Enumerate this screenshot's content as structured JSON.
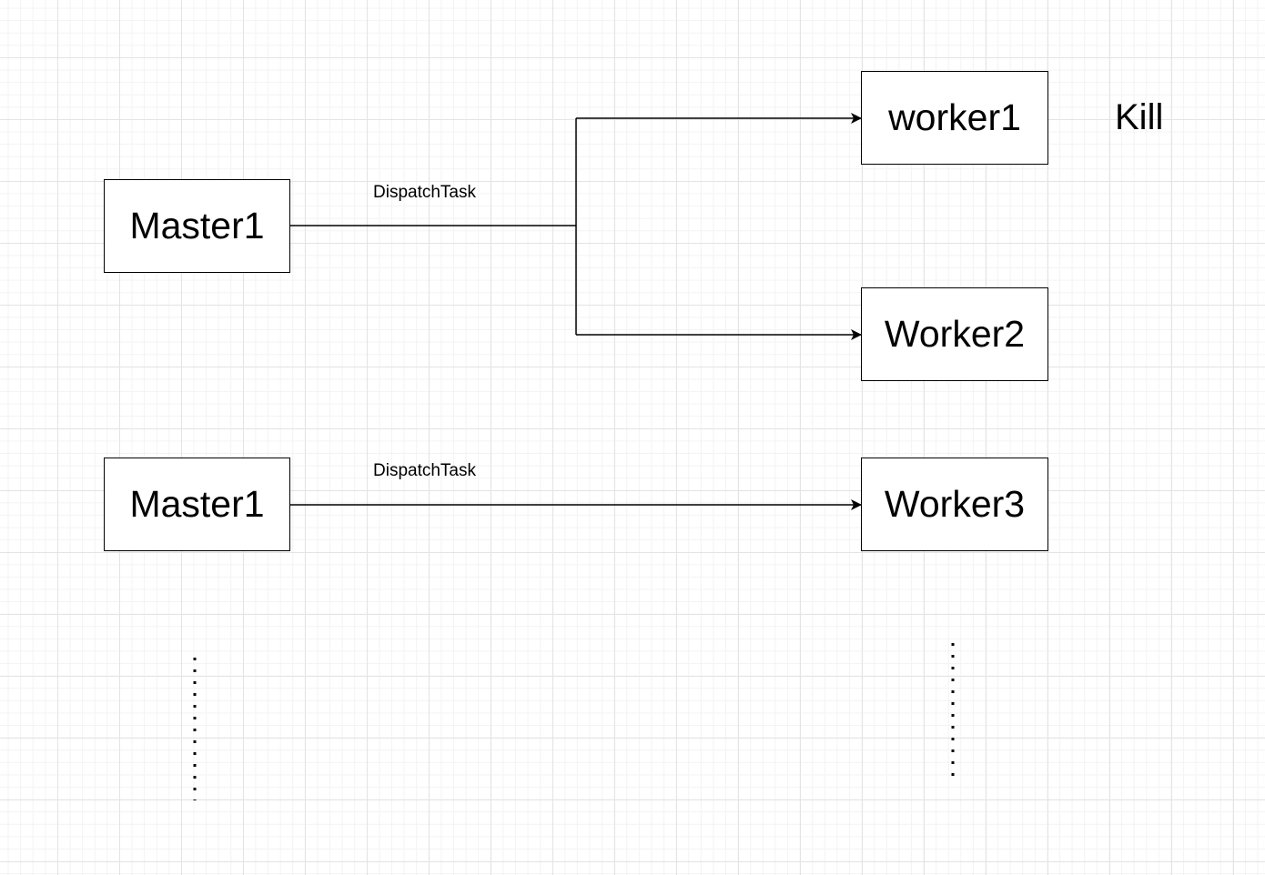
{
  "diagram": {
    "nodes": {
      "master_top": "Master1",
      "worker1": "worker1",
      "worker2": "Worker2",
      "master_bottom": "Master1",
      "worker3": "Worker3"
    },
    "edge_labels": {
      "top": "DispatchTask",
      "bottom": "DispatchTask"
    },
    "annotation": "Kill",
    "colors": {
      "stroke": "#000000",
      "background": "#ffffff",
      "grid": "#e4e4e4"
    }
  }
}
